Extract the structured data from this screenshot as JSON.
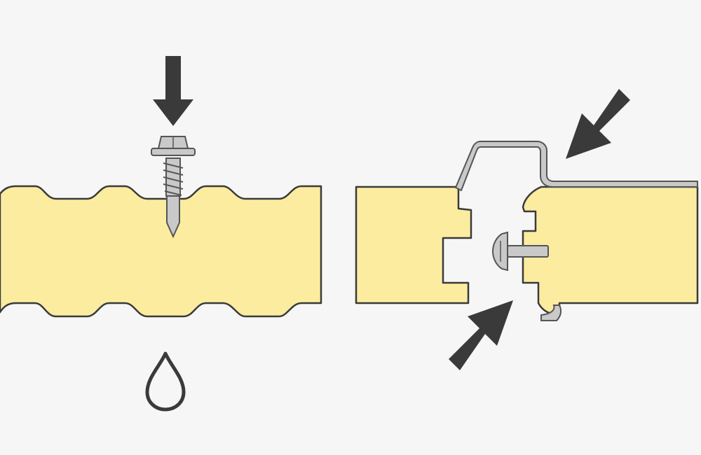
{
  "scene": {
    "background": "#f6f6f7",
    "panel_fill": "#fbeca0",
    "outline": "#3a3a3a",
    "metal_fill": "#c9c9c9",
    "metal_outline": "#555555",
    "arrow_fill": "#3a3a3a"
  },
  "left_detail": {
    "panel": "corrugated-sandwich-panel",
    "fastener": "self-drilling-screw-icon",
    "arrow": "down-arrow-icon",
    "drop": "water-drop-icon"
  },
  "right_detail": {
    "panels": [
      "tongue-groove-panel-left",
      "tongue-groove-panel-right"
    ],
    "flashing": "metal-cap-flashing",
    "fastener": "hidden-fastener-icon",
    "arrows": [
      "arrow-down-left-icon",
      "arrow-up-right-icon"
    ]
  }
}
